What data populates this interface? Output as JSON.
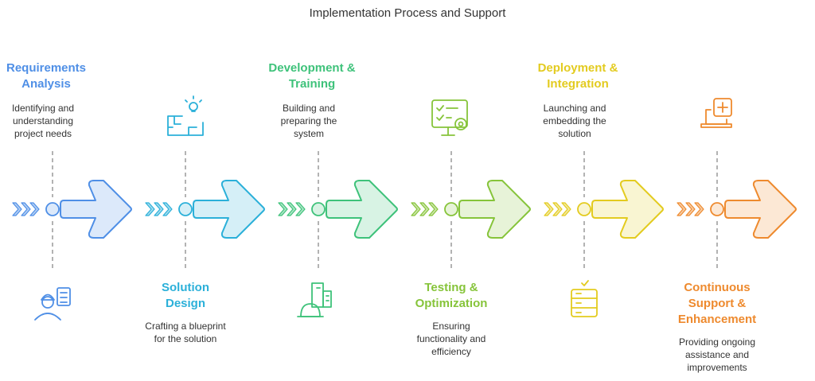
{
  "title": "Implementation Process and Support",
  "stages": [
    {
      "title": "Requirements\nAnalysis",
      "description": "Identifying and\nunderstanding\nproject needs",
      "color": "#4F8FE6",
      "icon": "engineer-clipboard-icon"
    },
    {
      "title": "Solution\nDesign",
      "description": "Crafting a blueprint\nfor the solution",
      "color": "#2BB0D9",
      "icon": "blueprint-lightbulb-icon"
    },
    {
      "title": "Development &\nTraining",
      "description": "Building and\npreparing the\nsystem",
      "color": "#3EC27A",
      "icon": "building-hardhat-icon"
    },
    {
      "title": "Testing &\nOptimization",
      "description": "Ensuring\nfunctionality and\nefficiency",
      "color": "#86C43A",
      "icon": "checklist-monitor-gear-icon"
    },
    {
      "title": "Deployment &\nIntegration",
      "description": "Launching and\nembedding the\nsolution",
      "color": "#E3CB1F",
      "icon": "server-stack-icon"
    },
    {
      "title": "Continuous\nSupport &\nEnhancement",
      "description": "Providing ongoing\nassistance and\nimprovements",
      "color": "#EE8A2E",
      "icon": "laptop-medical-icon"
    }
  ]
}
